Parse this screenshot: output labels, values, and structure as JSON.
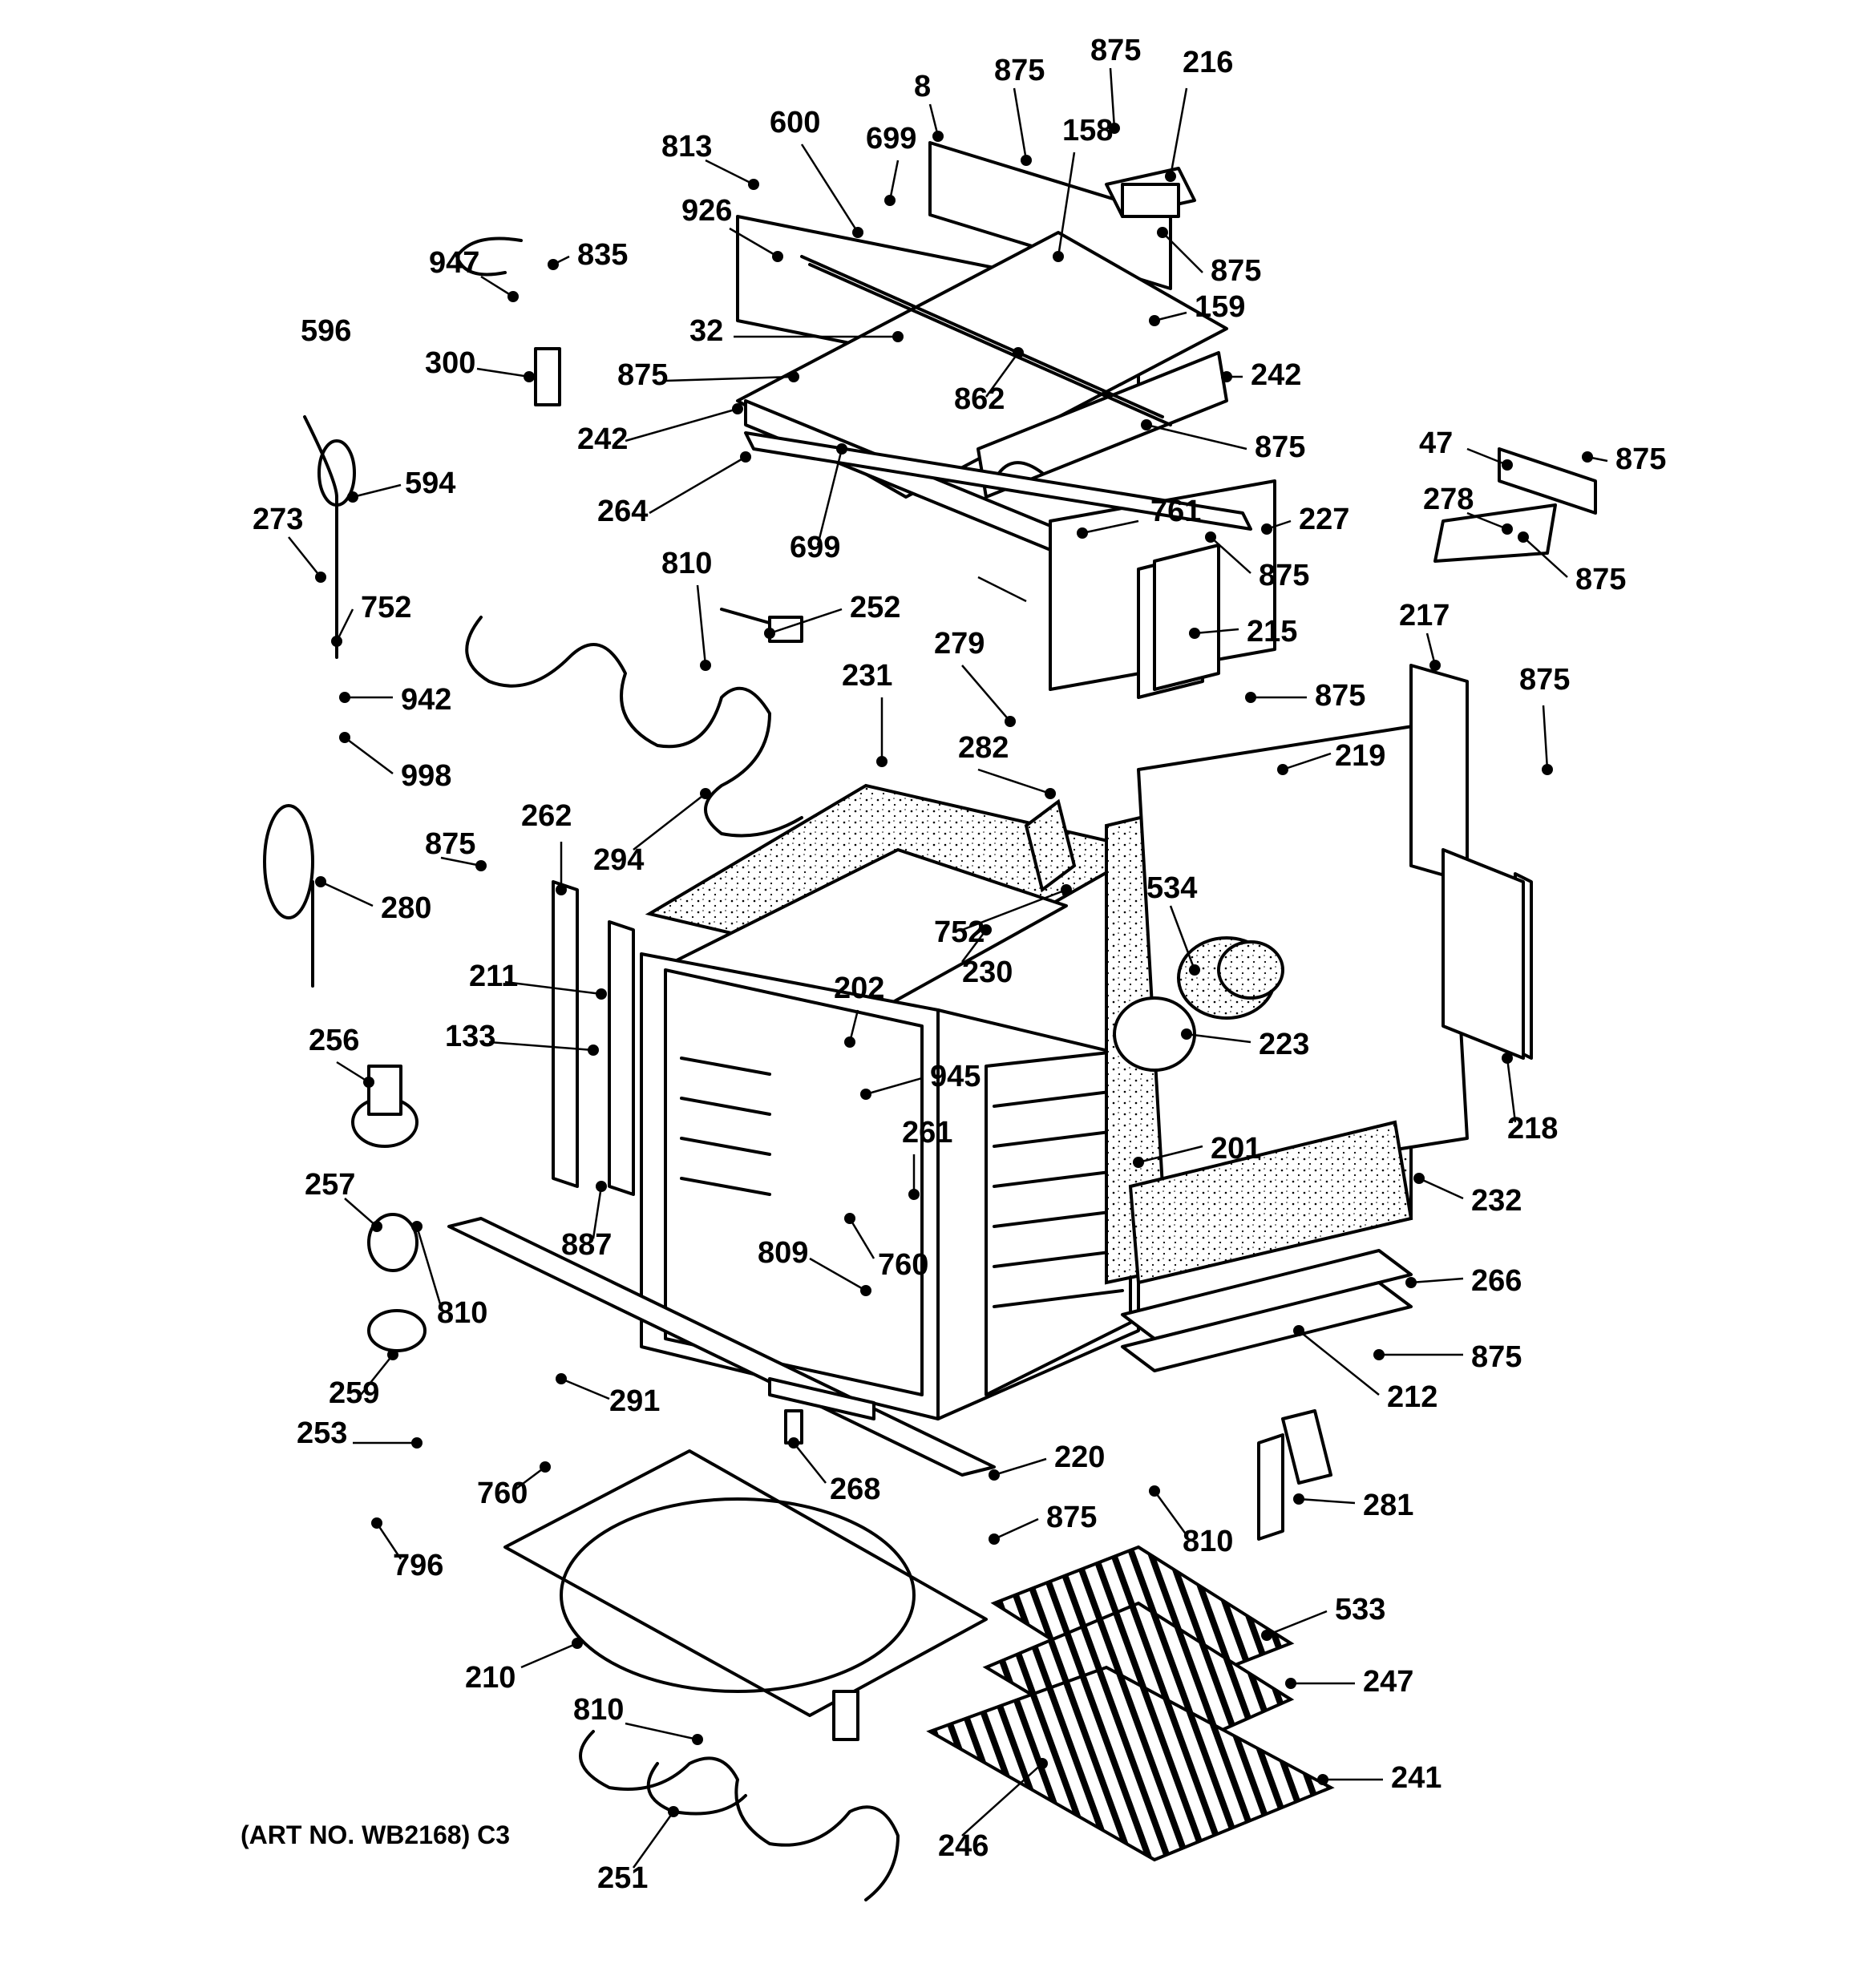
{
  "caption": "(ART NO. WB2168) C3",
  "part_labels": [
    "8",
    "875",
    "875",
    "216",
    "813",
    "600",
    "699",
    "158",
    "926",
    "875",
    "835",
    "947",
    "159",
    "32",
    "596",
    "300",
    "875",
    "242",
    "862",
    "242",
    "875",
    "594",
    "264",
    "47",
    "875",
    "273",
    "699",
    "761",
    "227",
    "278",
    "875",
    "752",
    "810",
    "252",
    "875",
    "942",
    "279",
    "231",
    "215",
    "875",
    "217",
    "875",
    "998",
    "282",
    "219",
    "262",
    "875",
    "294",
    "752",
    "534",
    "280",
    "211",
    "230",
    "133",
    "202",
    "223",
    "256",
    "945",
    "201",
    "218",
    "261",
    "232",
    "257",
    "887",
    "760",
    "809",
    "810",
    "266",
    "259",
    "875",
    "291",
    "212",
    "253",
    "268",
    "220",
    "760",
    "281",
    "875",
    "810",
    "796",
    "533",
    "210",
    "247",
    "810",
    "241",
    "246",
    "251"
  ]
}
